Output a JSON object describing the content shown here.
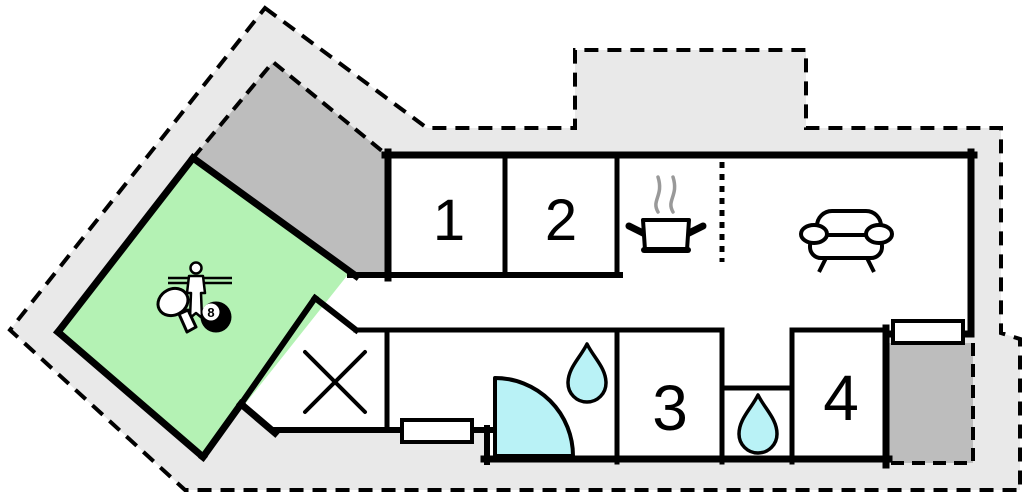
{
  "plan": {
    "title_hint": "holiday-home floor plan",
    "colors": {
      "site_fill": "#e9e9e9",
      "terrace_fill": "#bdbdbd",
      "activity_room_fill": "#b4f2b4",
      "water_fill": "#b9f2f6",
      "wall": "#000000",
      "steam": "#999999",
      "room_fill": "#ffffff"
    },
    "rooms": [
      {
        "label": "1"
      },
      {
        "label": "2"
      },
      {
        "label": "3"
      },
      {
        "label": "4"
      }
    ],
    "activity_room": {
      "ball_label": "8",
      "icons": [
        "foosball-icon",
        "table-tennis-paddle-icon",
        "billiard-ball-icon"
      ]
    },
    "kitchen": {
      "icon": "cooking-pot-icon"
    },
    "living_room": {
      "icon": "sofa-icon"
    },
    "bathroom": {
      "icons": [
        "shower-icon",
        "water-drop-icon"
      ]
    },
    "wc": {
      "icon": "water-drop-icon"
    },
    "storage_room": {
      "icon": "x-mark"
    },
    "windows": {
      "count": 2
    }
  }
}
